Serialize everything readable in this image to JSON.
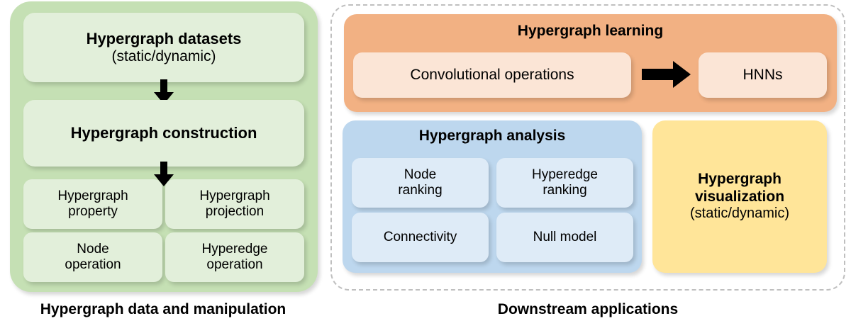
{
  "left_panel": {
    "datasets": {
      "title": "Hypergraph datasets",
      "subtitle": "(static/dynamic)"
    },
    "construction": {
      "title": "Hypergraph construction"
    },
    "grid": [
      {
        "line1": "Hypergraph",
        "line2": "property"
      },
      {
        "line1": "Hypergraph",
        "line2": "projection"
      },
      {
        "line1": "Node",
        "line2": "operation"
      },
      {
        "line1": "Hyperedge",
        "line2": "operation"
      }
    ],
    "caption": "Hypergraph data and manipulation"
  },
  "right_panel": {
    "learning": {
      "title": "Hypergraph learning",
      "source": "Convolutional operations",
      "target": "HNNs"
    },
    "analysis": {
      "title": "Hypergraph analysis",
      "items": [
        {
          "line1": "Node",
          "line2": "ranking"
        },
        {
          "line1": "Hyperedge",
          "line2": "ranking"
        },
        {
          "line1": "Connectivity",
          "line2": ""
        },
        {
          "line1": "Null model",
          "line2": ""
        }
      ]
    },
    "visualization": {
      "line1": "Hypergraph",
      "line2": "visualization",
      "subtitle": "(static/dynamic)"
    },
    "caption": "Downstream applications"
  },
  "icons": {
    "arrow_down_1": "arrow-down-icon",
    "arrow_down_2": "arrow-down-icon",
    "arrow_right": "arrow-right-icon"
  },
  "colors": {
    "green_outer": "#C5E0B4",
    "green_inner": "#E2EFDA",
    "orange_outer": "#F2B183",
    "orange_inner": "#FBE5D6",
    "blue_outer": "#BDD7EE",
    "blue_inner": "#DEEBF7",
    "yellow": "#FFE599",
    "dashed_border": "#BFBFBF",
    "text": "#000000"
  }
}
